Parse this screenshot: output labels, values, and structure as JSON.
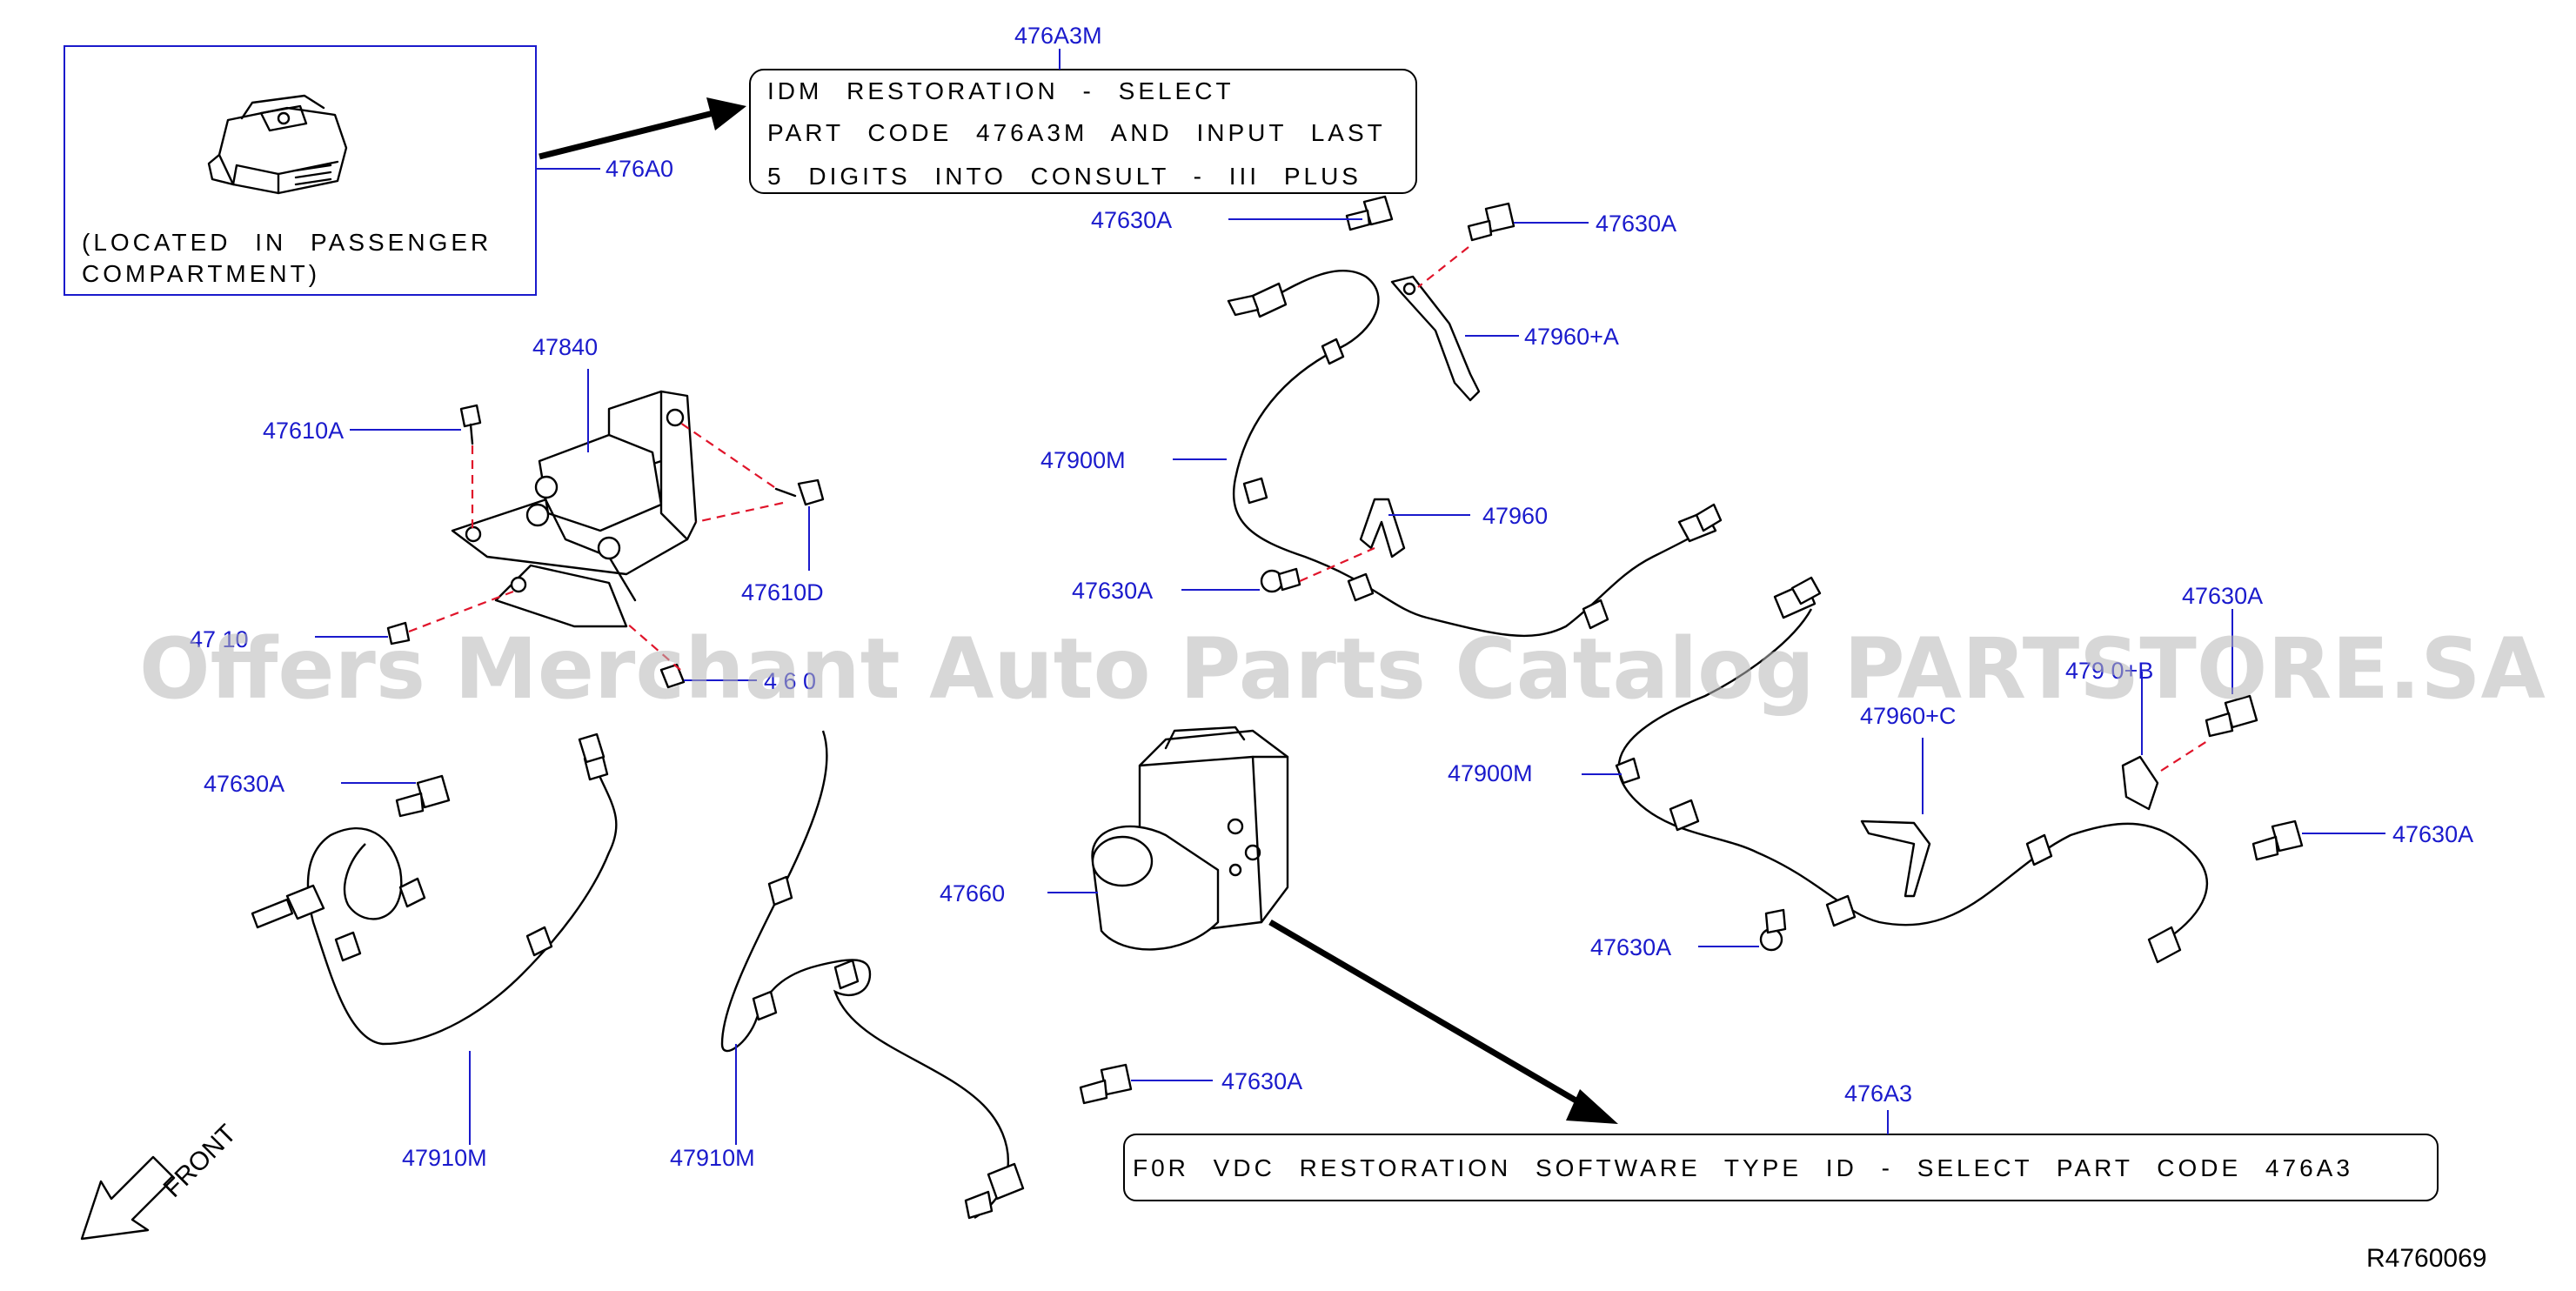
{
  "labels": {
    "l476A3M": "476A3M",
    "l476A0": "476A0",
    "l47840": "47840",
    "l47610A": "47610A",
    "l47610D": "47610D",
    "l47610B_partial": "47 10",
    "l47610C_partial": "4 6 0",
    "l47630A_top_left": "47630A",
    "l47630A_top_right": "47630A",
    "l479601A": "47960+A",
    "l47900M_upper": "47900M",
    "l47960": "47960",
    "l47630A_mid": "47630A",
    "l47630A_right": "47630A",
    "l479601B_partial": "479 0+B",
    "l479601C": "47960+C",
    "l47900M_lower": "47900M",
    "l47630A_far_right": "47630A",
    "l47630A_lower": "47630A",
    "l47630A_left": "47630A",
    "l47660": "47660",
    "l47910M_left": "47910M",
    "l47910M_mid": "47910M",
    "l47630A_bottom": "47630A",
    "l476A3": "476A3"
  },
  "notes": {
    "idm_line1": "IDM RESTORATION - SELECT",
    "idm_line2": "PART CODE 476A3M AND INPUT LAST",
    "idm_line3": "5 DIGITS INTO CONSULT - III PLUS",
    "located_line1": "(LOCATED IN PASSENGER",
    "located_line2": "COMPARTMENT)",
    "vdc_line": "F0R VDC RESTORATION SOFTWARE TYPE ID - SELECT PART CODE 476A3"
  },
  "front_label": "FRONT",
  "ref_code": "R4760069",
  "watermark": "Offers Merchant Auto Parts Catalog PARTSTORE.SA",
  "colors": {
    "label_blue": "#1a1acc",
    "dash_red": "#e0142a",
    "watermark_grey": "#b8b8b8"
  }
}
